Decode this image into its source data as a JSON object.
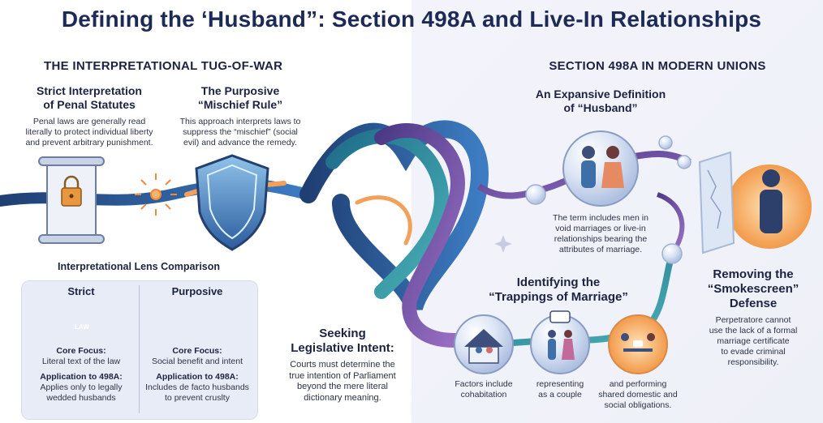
{
  "title": "Defining the ‘Husband”: Section 498A and Live-In Relationships",
  "left": {
    "section_heading": "THE INTERPRETATIONAL TUG-OF-WAR",
    "strict": {
      "heading_line1": "Strict Interpretation",
      "heading_line2": "of Penal Statutes",
      "body_line1": "Penal laws are generally read",
      "body_line2": "literally to protect individual liberty",
      "body_line3": "and prevent arbitrary punishment."
    },
    "purposive": {
      "heading_line1": "The Purposive",
      "heading_line2": "“Mischief Rule”",
      "body_line1": "This approach interprets laws to",
      "body_line2": "suppress the “mischief” (social",
      "body_line3": "evil) and advance the remedy."
    },
    "lens": {
      "heading": "Interpretational Lens Comparison",
      "strict_col": {
        "heading": "Strict",
        "book_label": "LAW",
        "core_label": "Core Focus:",
        "core_value": "Literal text of the law",
        "app_label": "Application to 498A:",
        "app_line1": "Applies only to legally",
        "app_line2": "wedded husbands"
      },
      "purposive_col": {
        "heading": "Purposive",
        "core_label": "Core Focus:",
        "core_value": "Social benefit and intent",
        "app_label": "Application to 498A:",
        "app_line1": "Includes de facto husbands",
        "app_line2": "to prevent cruslty"
      }
    }
  },
  "center": {
    "intent_heading_line1": "Seeking",
    "intent_heading_line2": "Legislative Intent:",
    "intent_body_line1": "Courts must determine the",
    "intent_body_line2": "true intention of Parliament",
    "intent_body_line3": "beyond the mere literal",
    "intent_body_line4": "dictionary meaning."
  },
  "right": {
    "section_heading": "SECTION 498A IN MODERN UNIONS",
    "expansive": {
      "heading_line1": "An Expansive Definition",
      "heading_line2": "of “Husband”",
      "body_line1": "The term includes men in",
      "body_line2": "void marriages or live-in",
      "body_line3": "relationships bearing the",
      "body_line4": "attributes of marriage."
    },
    "trappings": {
      "heading_line1": "Identifying the",
      "heading_line2": "“Trappings of Marriage”",
      "factor1_line1": "Factors include",
      "factor1_line2": "cohabitation",
      "factor2_line1": "representing",
      "factor2_line2": "as a couple",
      "factor3_line1": "and performing",
      "factor3_line2": "shared domestic and",
      "factor3_line3": "social obligations."
    },
    "smokescreen": {
      "heading_line1": "Removing the",
      "heading_line2": "“Smokescreen”",
      "heading_line3": "Defense",
      "body_line1": "Perpetratore cannot",
      "body_line2": "use the lack of a formal",
      "body_line3": "marriage certificate",
      "body_line4": "to evade criminal",
      "body_line5": "responsibility."
    }
  },
  "colors": {
    "title": "#1c2a55",
    "ribbon_blue": "#2f5f9e",
    "ribbon_teal": "#2e8b9a",
    "ribbon_purple": "#6a4c9c",
    "accent_orange": "#f08a3c"
  }
}
